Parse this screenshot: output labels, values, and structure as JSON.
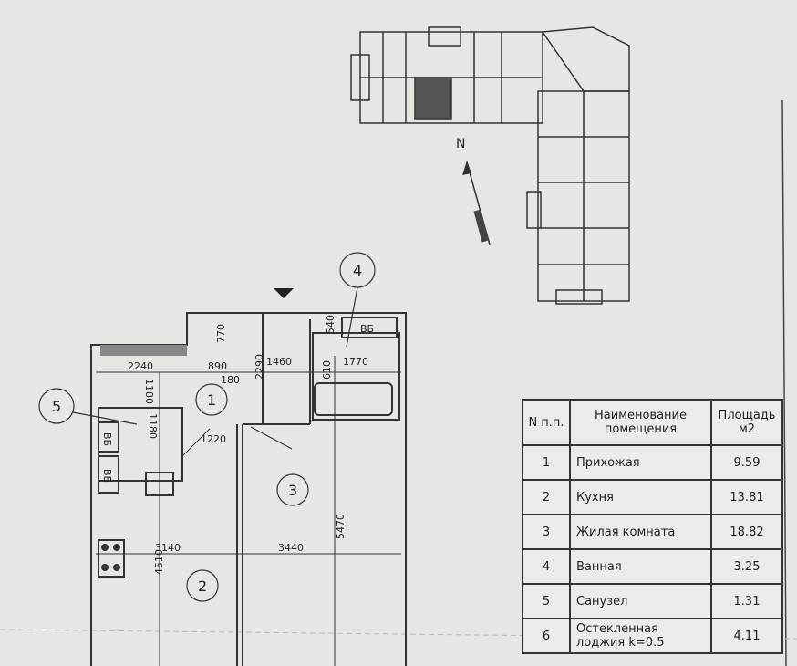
{
  "north_label": "N",
  "entrance_marker": "▼",
  "room_markers": [
    "1",
    "2",
    "3",
    "4",
    "5"
  ],
  "fixture_labels": [
    "ВБ",
    "ВБ",
    "ВБ"
  ],
  "dimensions": [
    "2240",
    "890",
    "1460",
    "1770",
    "180",
    "2290",
    "1180",
    "770",
    "540",
    "610",
    "1180",
    "1220",
    "5470",
    "3140",
    "3440",
    "4510"
  ],
  "table": {
    "headers": {
      "n": "N п.п.",
      "name": "Наименование помещения",
      "area": "Площадь м2"
    },
    "rows": [
      {
        "n": "1",
        "name": "Прихожая",
        "area": "9.59"
      },
      {
        "n": "2",
        "name": "Кухня",
        "area": "13.81"
      },
      {
        "n": "3",
        "name": "Жилая комната",
        "area": "18.82"
      },
      {
        "n": "4",
        "name": "Ванная",
        "area": "3.25"
      },
      {
        "n": "5",
        "name": "Санузел",
        "area": "1.31"
      },
      {
        "n": "6",
        "name": "Остекленная лоджия k=0.5",
        "area": "4.11"
      }
    ]
  }
}
